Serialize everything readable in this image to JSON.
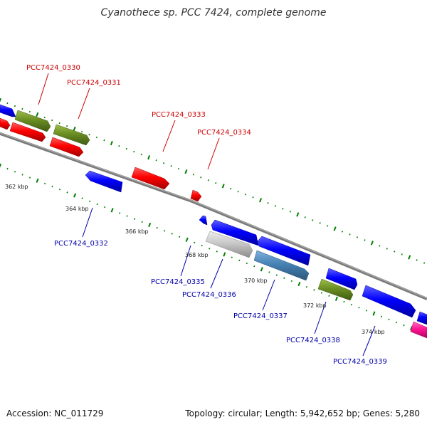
{
  "title": "Cyanothece sp. PCC 7424, complete genome",
  "footer": {
    "accession": "Accession: NC_011729",
    "summary": "Topology: circular; Length: 5,942,652 bp; Genes: 5,280"
  },
  "colors": {
    "red": "#ff0000",
    "blue": "#0000ff",
    "olive": "#6b8e23",
    "grey": "#bbbbbb",
    "steel": "#4682b4",
    "pink": "#ff1493",
    "backbone": "#888888",
    "tick": "#008000",
    "label_red": "#cc0000",
    "label_blue": "#0000aa"
  },
  "scale_labels": [
    "362 kbp",
    "364 kbp",
    "366 kbp",
    "368 kbp",
    "370 kbp",
    "372 kbp",
    "374 kbp"
  ],
  "gene_labels": {
    "g0330": "PCC7424_0330",
    "g0331": "PCC7424_0331",
    "g0332": "PCC7424_0332",
    "g0333": "PCC7424_0333",
    "g0334": "PCC7424_0334",
    "g0335": "PCC7424_0335",
    "g0336": "PCC7424_0336",
    "g0337": "PCC7424_0337",
    "g0338": "PCC7424_0338",
    "g0339": "PCC7424_0339"
  }
}
